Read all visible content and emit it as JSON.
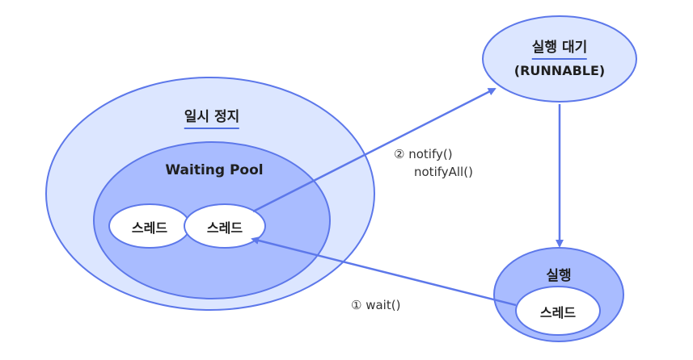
{
  "diagram": {
    "paused_state": {
      "title": "일시 정지",
      "waiting_pool": {
        "title": "Waiting Pool",
        "threads": [
          "스레드",
          "스레드"
        ]
      }
    },
    "runnable_state": {
      "title": "실행 대기",
      "subtitle": "(RUNNABLE)"
    },
    "running_state": {
      "title": "실행",
      "thread": "스레드"
    },
    "edges": {
      "notify": {
        "line1": "② notify()",
        "line2": "notifyAll()"
      },
      "wait": {
        "label": "① wait()"
      }
    },
    "colors": {
      "outer_fill": "#dce6ff",
      "inner_fill": "#a9bcff",
      "stroke": "#5d78ea",
      "node_fill": "#ffffff",
      "arrow": "#5d78ea"
    }
  }
}
